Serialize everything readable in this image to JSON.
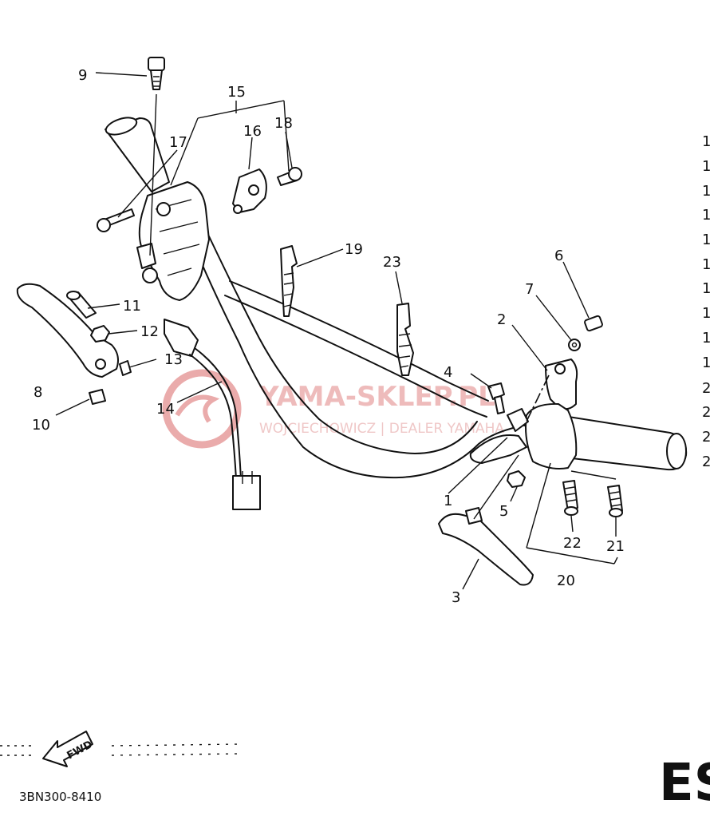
{
  "diagram": {
    "part_labels": [
      "1",
      "2",
      "3",
      "4",
      "5",
      "6",
      "7",
      "8",
      "9",
      "10",
      "11",
      "12",
      "13",
      "14",
      "15",
      "16",
      "17",
      "18",
      "19",
      "20",
      "21",
      "22",
      "23"
    ],
    "margin_labels": [
      "1",
      "1",
      "1",
      "1",
      "1",
      "1",
      "1",
      "1",
      "1",
      "1",
      "2",
      "2",
      "2",
      "2"
    ],
    "fwd_label": "FWD",
    "diagram_code": "3BN300-8410",
    "corner_code": "ES"
  },
  "watermark": {
    "title": "YAMA-SKLEP.PL",
    "subtitle": "WOJCIECHOWICZ | DEALER YAMAHA",
    "color": "#e48f8f"
  }
}
